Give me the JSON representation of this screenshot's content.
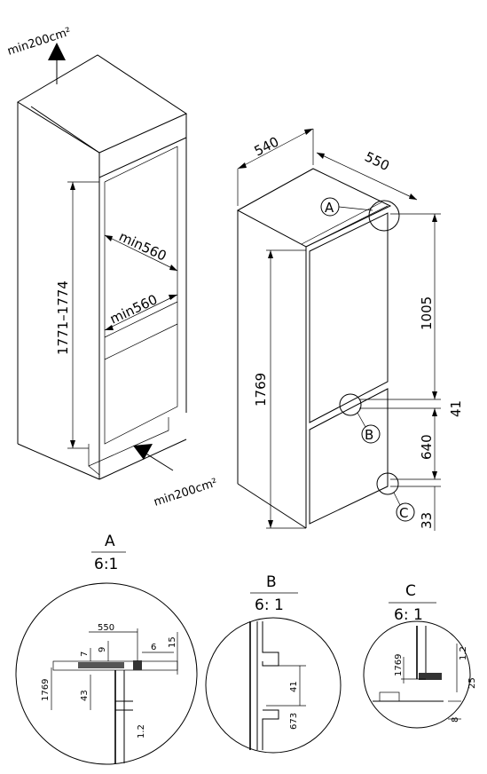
{
  "ventilation": {
    "top": "min200cm²",
    "bottom": "min200cm²"
  },
  "niche": {
    "height": "1771–1774",
    "depth_upper": "min560",
    "depth_lower": "min560"
  },
  "appliance": {
    "width": "540",
    "depth": "550",
    "height": "1769",
    "upper_door": "1005",
    "gap": "41",
    "lower_door": "640",
    "bottom": "33",
    "callouts": {
      "a": "A",
      "b": "B",
      "c": "C"
    }
  },
  "details": {
    "a": {
      "title": "A",
      "scale": "6:1",
      "dims": [
        "550",
        "7",
        "9",
        "6",
        "15",
        "1769",
        "43",
        "1.2"
      ]
    },
    "b": {
      "title": "B",
      "scale": "6: 1",
      "dims": [
        "41",
        "673"
      ]
    },
    "c": {
      "title": "C",
      "scale": "6: 1",
      "dims": [
        "1769",
        "1.2",
        "25",
        "8"
      ]
    }
  }
}
